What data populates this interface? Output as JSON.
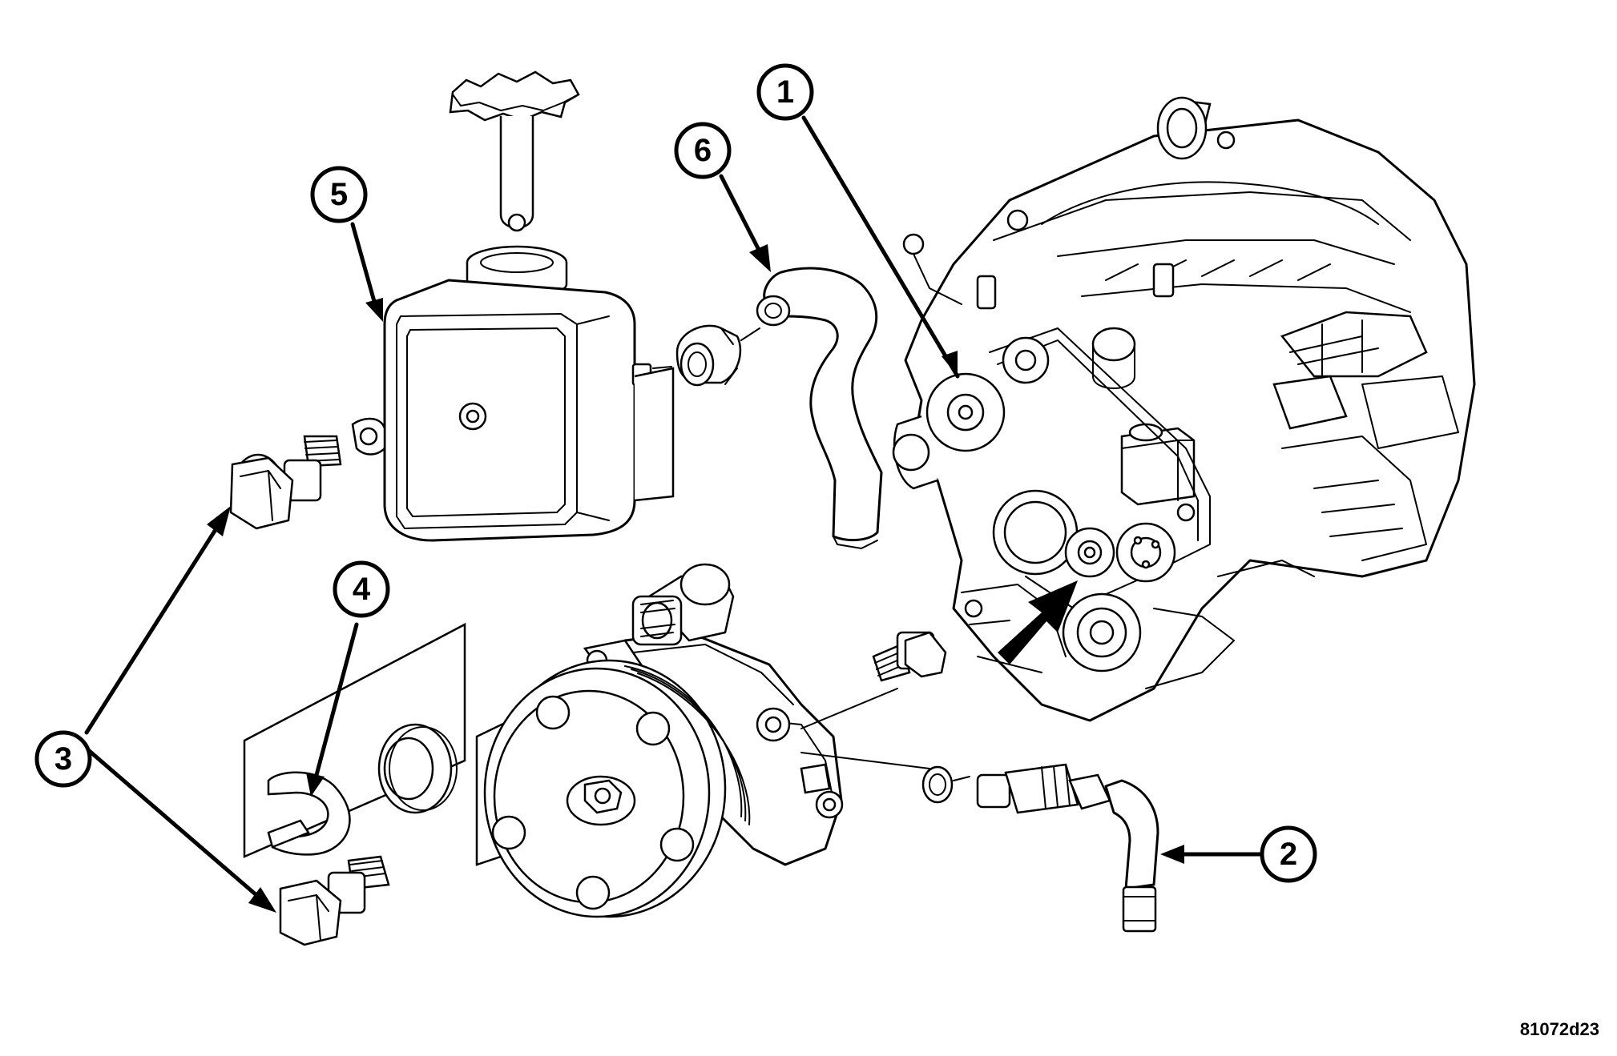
{
  "diagram": {
    "figure_id": "81072d23",
    "callouts": [
      {
        "id": "1",
        "label": "1",
        "part": "engine"
      },
      {
        "id": "2",
        "label": "2",
        "part": "pressure-line"
      },
      {
        "id": "3",
        "label": "3",
        "part": "pump-bolts"
      },
      {
        "id": "4",
        "label": "4",
        "part": "retaining-clip"
      },
      {
        "id": "5",
        "label": "5",
        "part": "reservoir"
      },
      {
        "id": "6",
        "label": "6",
        "part": "supply-hose"
      }
    ],
    "colors": {
      "ink": "#000000",
      "paper": "#ffffff"
    }
  }
}
